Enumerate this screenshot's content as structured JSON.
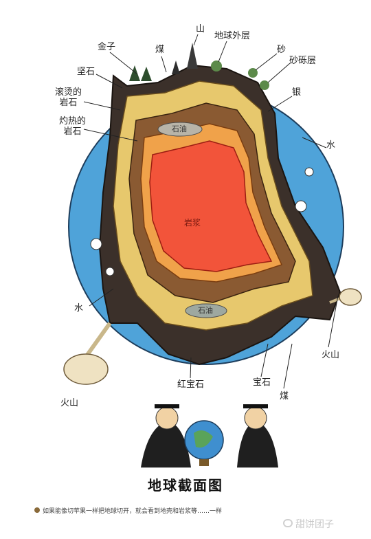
{
  "diagram": {
    "title": "地球截面图",
    "caption": "如果能像切苹果一样把地球切开，就会看到地壳和岩浆等……一样",
    "watermark": "甜饼团子",
    "labels": {
      "mountain": "山",
      "outer_layer": "地球外层",
      "gold": "金子",
      "coal_top": "煤",
      "sand": "砂",
      "gravel_layer": "砂砾层",
      "hard_rock": "坚石",
      "hot_rock": "滚烫的\n岩石",
      "scorching_rock": "灼热的\n岩石",
      "silver": "银",
      "water_right": "水",
      "oil_top": "石油",
      "magma": "岩浆",
      "water_left": "水",
      "oil_bottom": "石油",
      "volcano_right": "火山",
      "ruby": "红宝石",
      "gem": "宝石",
      "coal_bottom": "煤",
      "volcano_left": "火山"
    }
  }
}
